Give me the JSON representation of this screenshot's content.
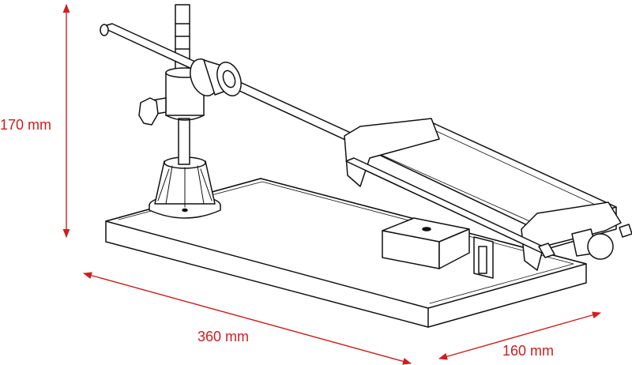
{
  "dimensions": {
    "height": "170 mm",
    "length": "360 mm",
    "width": "160 mm"
  },
  "colors": {
    "dimension": "#cc1f1f",
    "line": "#111111",
    "fill": "#ffffff"
  }
}
